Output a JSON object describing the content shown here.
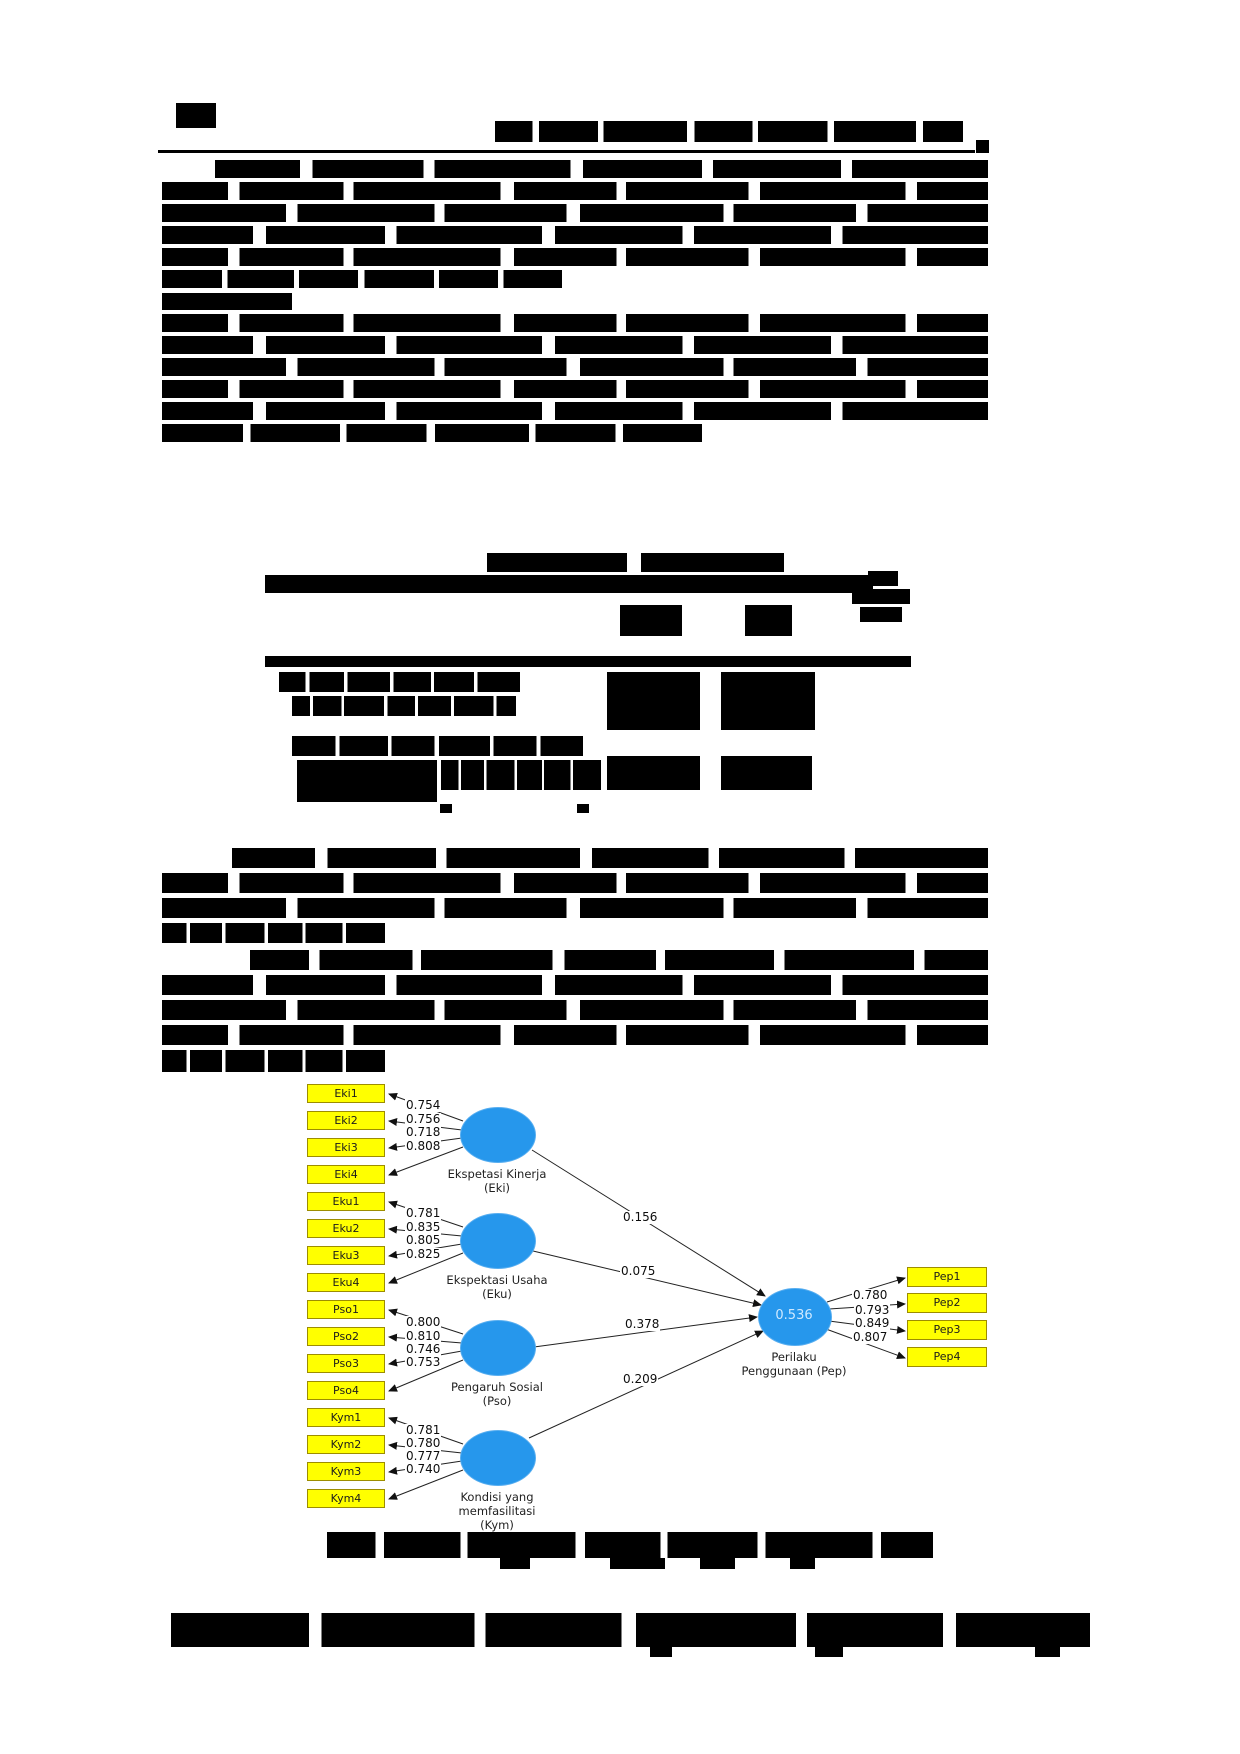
{
  "figure": {
    "constructs": [
      {
        "name_lines": [
          "Ekspetasi Kinerja",
          "(Eki)"
        ],
        "path_coefficient": "0.156",
        "indicators": [
          {
            "label": "Eki1",
            "loading": "0.754"
          },
          {
            "label": "Eki2",
            "loading": "0.756"
          },
          {
            "label": "Eki3",
            "loading": "0.718"
          },
          {
            "label": "Eki4",
            "loading": "0.808"
          }
        ]
      },
      {
        "name_lines": [
          "Ekspektasi Usaha",
          "(Eku)"
        ],
        "path_coefficient": "0.075",
        "indicators": [
          {
            "label": "Eku1",
            "loading": "0.781"
          },
          {
            "label": "Eku2",
            "loading": "0.835"
          },
          {
            "label": "Eku3",
            "loading": "0.805"
          },
          {
            "label": "Eku4",
            "loading": "0.825"
          }
        ]
      },
      {
        "name_lines": [
          "Pengaruh Sosial",
          "(Pso)"
        ],
        "path_coefficient": "0.378",
        "indicators": [
          {
            "label": "Pso1",
            "loading": "0.800"
          },
          {
            "label": "Pso2",
            "loading": "0.810"
          },
          {
            "label": "Pso3",
            "loading": "0.746"
          },
          {
            "label": "Pso4",
            "loading": "0.753"
          }
        ]
      },
      {
        "name_lines": [
          "Kondisi yang",
          "memfasilitasi",
          "(Kym)"
        ],
        "path_coefficient": "0.209",
        "indicators": [
          {
            "label": "Kym1",
            "loading": "0.781"
          },
          {
            "label": "Kym2",
            "loading": "0.780"
          },
          {
            "label": "Kym3",
            "loading": "0.777"
          },
          {
            "label": "Kym4",
            "loading": "0.740"
          }
        ]
      }
    ],
    "outcome": {
      "name_lines": [
        "Perilaku",
        "Penggunaan (Pep)"
      ],
      "r_square": "0.536",
      "indicators": [
        {
          "label": "Pep1",
          "loading": "0.780"
        },
        {
          "label": "Pep2",
          "loading": "0.793"
        },
        {
          "label": "Pep3",
          "loading": "0.849"
        },
        {
          "label": "Pep4",
          "loading": "0.807"
        }
      ]
    },
    "colors": {
      "indicator_fill": "#ffff00",
      "indicator_border": "#9d8d00",
      "construct_fill": "#2697ec",
      "arrow": "#1a1a1a"
    }
  }
}
